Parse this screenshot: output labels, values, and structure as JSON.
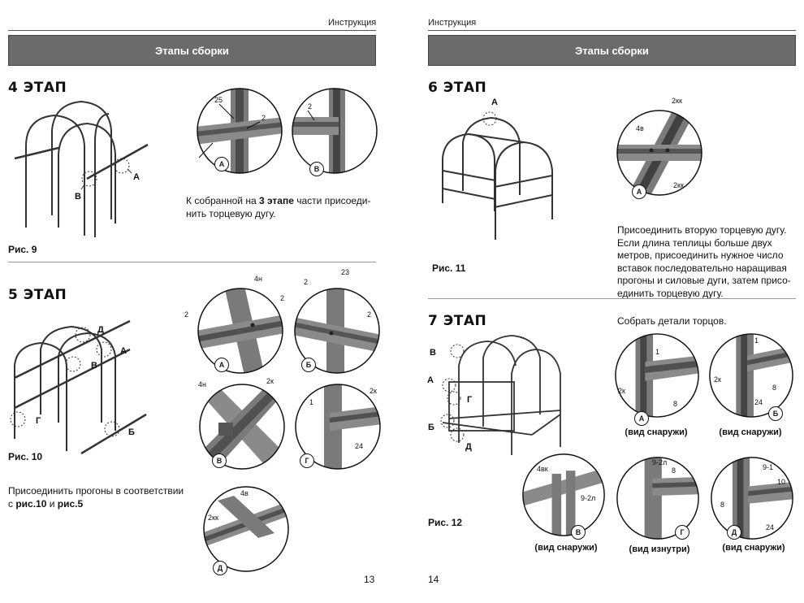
{
  "left_page": {
    "running_head": "Инструкция",
    "banner": "Этапы сборки",
    "stage4": {
      "title": "4 ЭТАП",
      "figure": "Рис. 9",
      "labels": {
        "a": "А",
        "v": "В"
      },
      "detail_a": {
        "badge": "А",
        "c1": "25",
        "c2": "2",
        "c3": "2"
      },
      "detail_v": {
        "badge": "В",
        "c1": "2"
      },
      "text_before": "К собранной на ",
      "text_bold": "3 этапе",
      "text_after": " части присоеди-нить торцевую дугу."
    },
    "stage5": {
      "title": "5 ЭТАП",
      "figure": "Рис. 10",
      "labels": {
        "d": "Д",
        "a": "А",
        "v": "В",
        "g": "Г",
        "b": "Б"
      },
      "detail_a": {
        "badge": "А",
        "c1": "4н",
        "c2": "2",
        "c3": "2"
      },
      "detail_b": {
        "badge": "Б",
        "c1": "23",
        "c2": "2",
        "c3": "2"
      },
      "detail_v": {
        "badge": "В",
        "c1": "4н",
        "c2": "2к"
      },
      "detail_g": {
        "badge": "Г",
        "c1": "1",
        "c2": "2к",
        "c3": "24"
      },
      "detail_d": {
        "badge": "Д",
        "c1": "4в",
        "c2": "2кк"
      },
      "text_p1": "Присоединить прогоны в соответствии с ",
      "text_b1": "рис.10",
      "text_p2": " и ",
      "text_b2": "рис.5"
    },
    "page_number": "13"
  },
  "right_page": {
    "running_head": "Инструкция",
    "banner": "Этапы сборки",
    "stage6": {
      "title": "6 ЭТАП",
      "figure": "Рис. 11",
      "labels": {
        "a": "А"
      },
      "detail_a": {
        "badge": "А",
        "c1": "2кк",
        "c2": "4в",
        "c3": "2кк"
      },
      "text": "Присоединить вторую торцевую дугу. Если длина теплицы больше двух метров, присоединить нужное число вставок последовательно наращивая прогоны и силовые дуги, затем присо-единить торцевую дугу."
    },
    "stage7": {
      "title": "7 ЭТАП",
      "figure": "Рис. 12",
      "text": "Собрать детали торцов.",
      "labels": {
        "v": "В",
        "a": "А",
        "g": "Г",
        "b": "Б",
        "d": "Д"
      },
      "detail_a": {
        "badge": "А",
        "c1": "1",
        "c2": "2к",
        "c3": "8",
        "caption": "(вид снаружи)"
      },
      "detail_b": {
        "badge": "Б",
        "c1": "1",
        "c2": "2к",
        "c3": "8",
        "c4": "24",
        "caption": "(вид снаружи)"
      },
      "detail_v": {
        "badge": "В",
        "c1": "4вк",
        "c2": "9-2л",
        "caption": "(вид снаружи)"
      },
      "detail_g": {
        "badge": "Г",
        "c1": "9-2л",
        "c2": "8",
        "caption": "(вид изнутри)"
      },
      "detail_d": {
        "badge": "Д",
        "c1": "9-1",
        "c2": "10",
        "c3": "8",
        "c4": "24",
        "caption": "(вид снаружи)"
      }
    },
    "page_number": "14"
  }
}
